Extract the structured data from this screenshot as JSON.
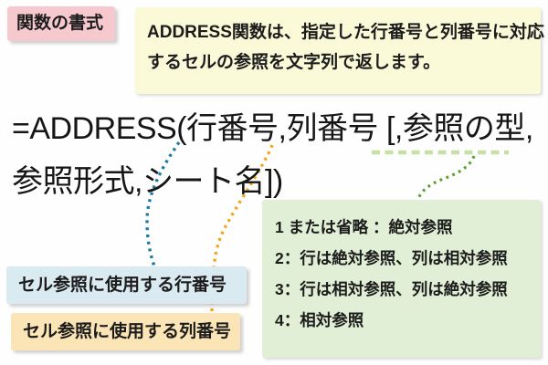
{
  "title_tag": {
    "label": "関数の書式"
  },
  "description_box": {
    "line1": "ADDRESS関数は、指定した行番号と列番号に対応",
    "line2": "するセルの参照を文字列で返します。"
  },
  "formula": {
    "line1": "=ADDRESS(行番号,列番号 [,参照の型,",
    "line2": "参照形式,シート名])"
  },
  "callouts": {
    "row_number_label": "セル参照に使用する行番号",
    "column_number_label": "セル参照に使用する列番号"
  },
  "ref_type_box": {
    "items": [
      "1 または省略 ：絶対参照",
      "2：行は絶対参照、列は相対参照",
      "3：行は相対参照、列は絶対参照",
      "4：相対参照"
    ]
  },
  "colors": {
    "tag_bg": "#f5c9ce",
    "description_bg": "#faf9d8",
    "row_label_bg": "#daeaf1",
    "column_label_bg": "#fbe4b5",
    "ref_type_bg": "#e0efd5",
    "row_connector": "#1e7aa0",
    "column_connector": "#f6a41f",
    "ref_type_connector": "#5aa22f",
    "ref_type_underline": "#c5e2a4",
    "text": "#1c1c1c"
  }
}
